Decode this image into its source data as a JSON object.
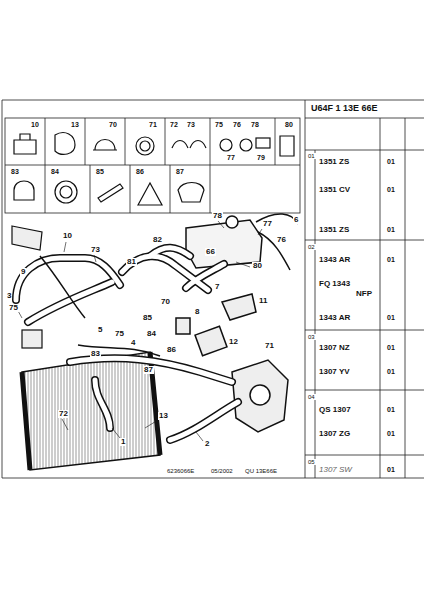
{
  "diagram": {
    "title": "U64F 1 13E 66E",
    "labels": [
      "10",
      "13",
      "70",
      "71",
      "72",
      "73",
      "75",
      "76",
      "78",
      "77",
      "79",
      "80",
      "83",
      "84",
      "85",
      "86",
      "87",
      "78",
      "77",
      "6",
      "76",
      "82",
      "10",
      "73",
      "81",
      "80",
      "66",
      "7",
      "9",
      "3",
      "75",
      "70",
      "11",
      "5",
      "85",
      "75",
      "84",
      "4",
      "86",
      "83",
      "12",
      "71",
      "8",
      "87",
      "72",
      "13",
      "1",
      "2",
      "6236066E",
      "05/2002",
      "QU 13E66E",
      "01",
      "1351 ZS",
      "01",
      "1351 CV",
      "01",
      "1351 ZS",
      "01",
      "02",
      "1343 AR",
      "01",
      "FQ 1343",
      "NFP",
      "1343 AR",
      "01",
      "03",
      "1307 NZ",
      "01",
      "1307 YV",
      "01",
      "04",
      "QS 1307",
      "01",
      "1307 ZG",
      "01",
      "05",
      "1307 SW",
      "01"
    ]
  }
}
